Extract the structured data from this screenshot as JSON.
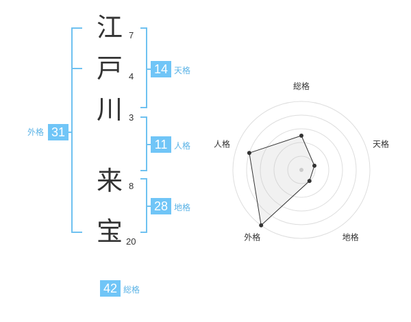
{
  "name": {
    "characters": [
      {
        "char": "江",
        "strokes": "7"
      },
      {
        "char": "戸",
        "strokes": "4"
      },
      {
        "char": "川",
        "strokes": "3"
      },
      {
        "char": "来",
        "strokes": "8"
      },
      {
        "char": "宝",
        "strokes": "20"
      }
    ]
  },
  "kaku": {
    "tenkaku": {
      "value": "14",
      "label": "天格"
    },
    "jinkaku": {
      "value": "11",
      "label": "人格"
    },
    "chikaku": {
      "value": "28",
      "label": "地格"
    },
    "gaikaku": {
      "value": "31",
      "label": "外格"
    },
    "soukaku": {
      "value": "42",
      "label": "総格"
    }
  },
  "colors": {
    "accent": "#70c5f7",
    "line": "#6ec1f0",
    "label": "#5bb3e6"
  },
  "chart_data": {
    "type": "radar",
    "axes": [
      "総格",
      "天格",
      "地格",
      "外格",
      "人格"
    ],
    "rings": 5,
    "max": 5,
    "values": [
      2.5,
      1,
      1,
      5,
      4
    ]
  }
}
